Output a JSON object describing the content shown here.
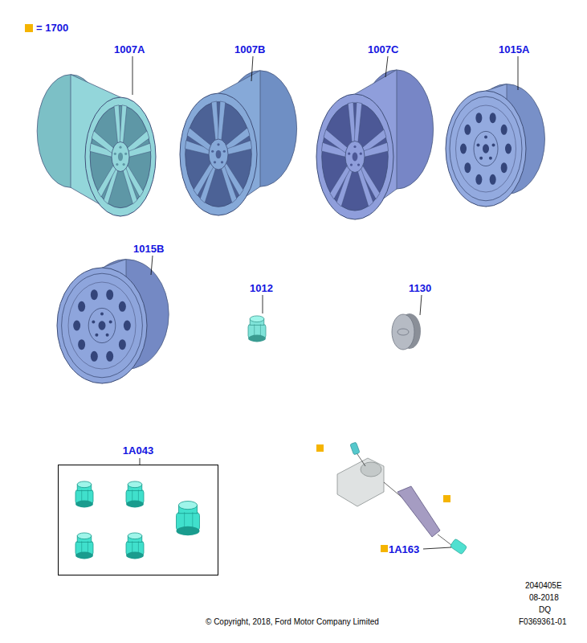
{
  "diagram": {
    "nodes": [
      {
        "text": [
          "1A043"
        ]
      }
    ],
    "labels": [
      "1007A",
      "1007B",
      "1007C",
      "1015A",
      "1015B",
      "1012",
      "1130",
      "1A163",
      "2040405E",
      "08-2018",
      "DQ",
      "© Copyright, 2018, Ford Motor Company Limited",
      "F0369361-01"
    ],
    "legend": [
      {
        "text": "= 1700",
        "color": "#f5b400"
      }
    ]
  }
}
